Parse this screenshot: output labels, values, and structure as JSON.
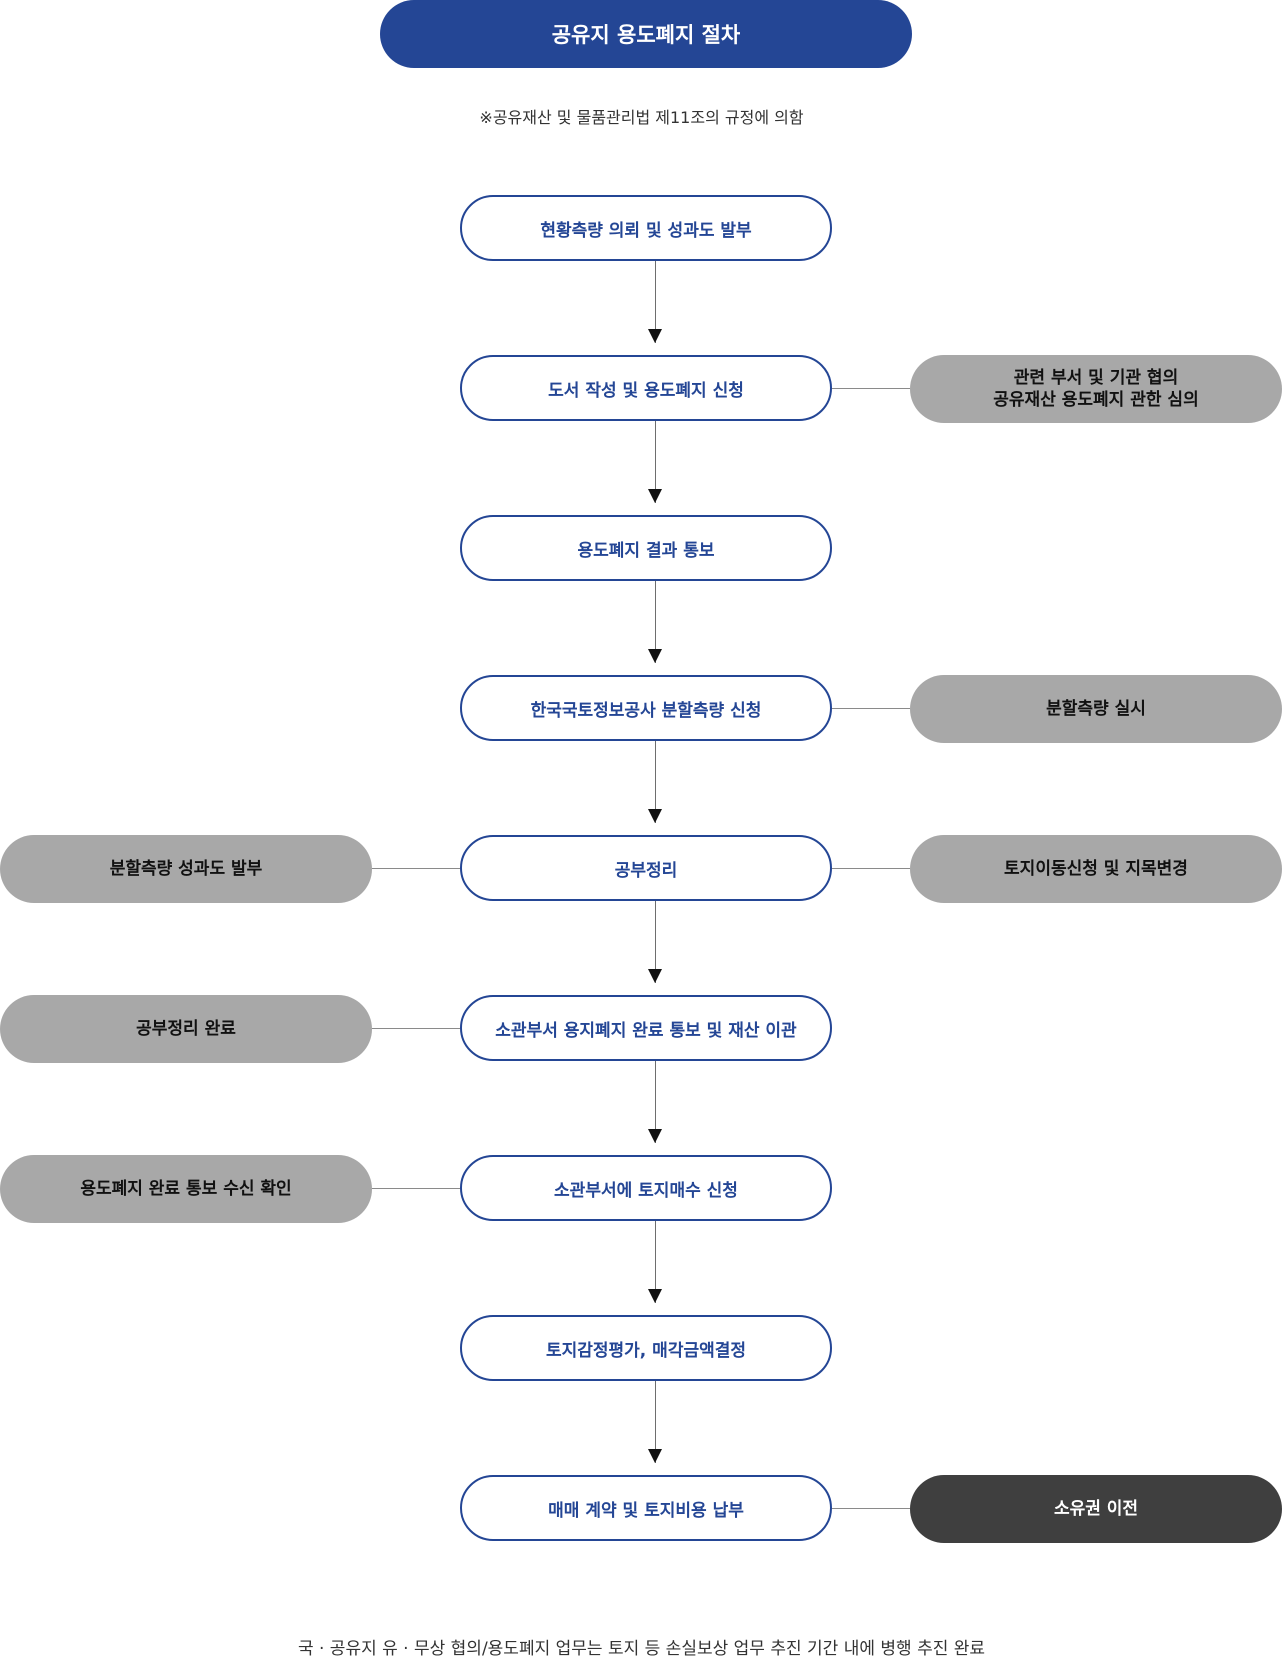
{
  "title": "공유지 용도폐지 절차",
  "note": "※공유재산 및 물품관리법 제11조의 규정에 의함",
  "steps": [
    "현황측량 의뢰 및 성과도 발부",
    "도서 작성 및 용도폐지 신청",
    "용도폐지 결과 통보",
    "한국국토정보공사 분할측량 신청",
    "공부정리",
    "소관부서 용지폐지 완료 통보 및 재산 이관",
    "소관부서에 토지매수 신청",
    "토지감정평가, 매각금액결정",
    "매매 계약 및 토지비용 납부"
  ],
  "right_boxes": {
    "review_line1": "관련 부서 및 기관 협의",
    "review_line2": "공유재산 용도폐지 관한 심의",
    "survey": "분할측량 실시",
    "land_change": "토지이동신청 및 지목변경",
    "ownership": "소유권 이전"
  },
  "left_boxes": {
    "survey_result": "분할측량 성과도 발부",
    "records_done": "공부정리 완료",
    "confirm": "용도폐지 완료 통보 수신 확인"
  },
  "footer": "국 · 공유지 유 · 무상 협의/용도폐지 업무는 토지 등 손실보상 업무 추진 기간 내에 병행 추진 완료",
  "colors": {
    "primary": "#244695",
    "side_gray": "#a8a8a8",
    "side_dark": "#3f3f3f"
  }
}
